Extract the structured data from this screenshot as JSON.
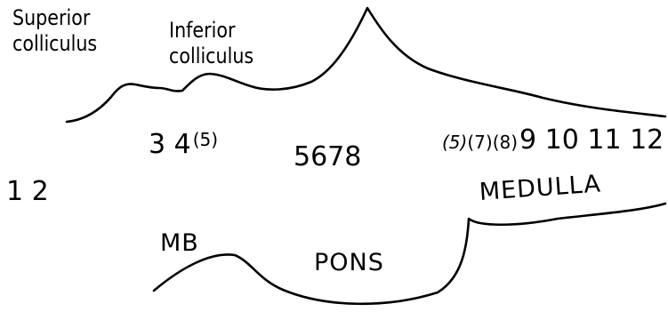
{
  "labels": {
    "superior": [
      "Superior",
      "colliculus"
    ],
    "inferior": [
      "Inferior",
      "colliculus"
    ]
  },
  "nuclei": {
    "forebrain": "1 2",
    "midbrain_main": "3 4",
    "midbrain_extra": "(5)",
    "pons": "5678",
    "medulla_extra": [
      "(5)",
      "(7)",
      "(8)"
    ],
    "medulla_main": "9 10 11 12"
  },
  "regions": {
    "mb": "MB",
    "pons": "PONS",
    "medulla": "MEDULLA"
  }
}
